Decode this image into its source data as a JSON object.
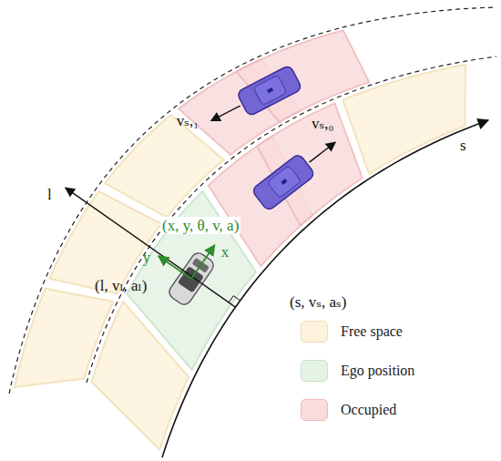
{
  "diagram": {
    "labels": [
      "vₛ,₁",
      "vₛ,₀",
      "s",
      "l",
      "(x, y, θ, v, a)",
      "y",
      "x",
      "(l, vₗ, aₗ)",
      "(s, vₛ, aₛ)"
    ],
    "legend": [
      {
        "text": "Free space",
        "color": "#fdf3dc"
      },
      {
        "text": "Ego position",
        "color": "#e5f3e5"
      },
      {
        "text": "Occupied",
        "color": "#fadcdc"
      }
    ]
  }
}
